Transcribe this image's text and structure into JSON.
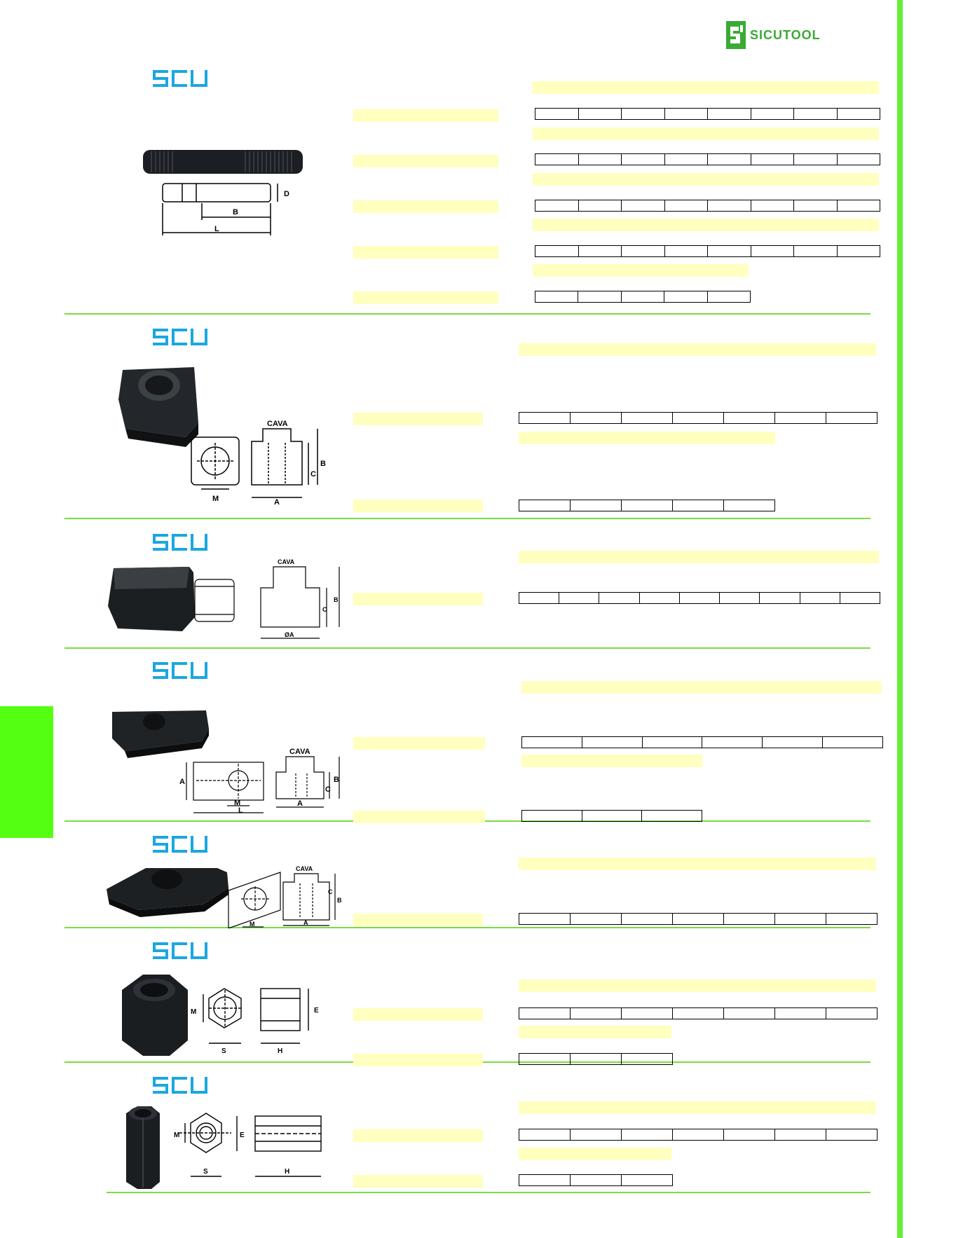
{
  "brand": {
    "name": "SICUTOOL"
  },
  "logo_text": "SCU",
  "colors": {
    "accent_green": "#66ee33",
    "band_yellow": "#ffffbf",
    "logo_blue": "#1aa7e0"
  },
  "drawing_labels": {
    "stud": [
      "D",
      "B",
      "L"
    ],
    "tnut1": [
      "CAVA",
      "M",
      "A",
      "B",
      "C"
    ],
    "tblock": [
      "CAVA",
      "B",
      "C",
      "ØA"
    ],
    "tnut2": [
      "CAVA",
      "A",
      "M",
      "L",
      "A",
      "B",
      "C"
    ],
    "tnut3": [
      "CAVA",
      "M",
      "A",
      "B",
      "C"
    ],
    "hexnut": [
      "M",
      "E",
      "S",
      "H"
    ],
    "couplingnut": [
      "M",
      "E",
      "S",
      "H"
    ]
  }
}
